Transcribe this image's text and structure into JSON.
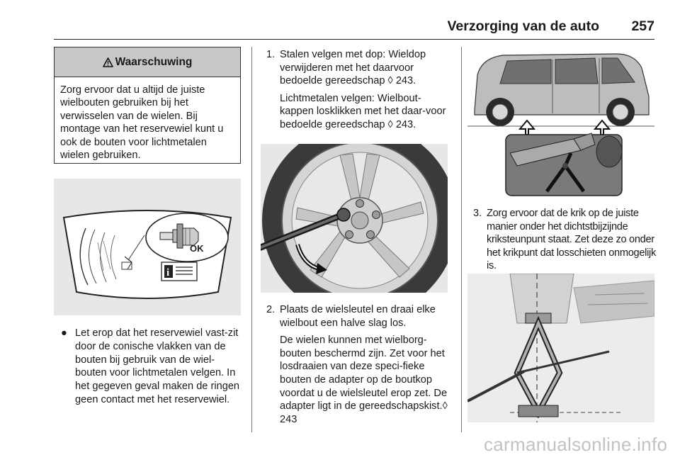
{
  "header": {
    "title": "Verzorging van de auto",
    "page_number": "257"
  },
  "warning": {
    "title": "Waarschuwing",
    "text": "Zorg ervoor dat u altijd de juiste wielbouten gebruiken bij het verwisselen van de wielen. Bij montage van het reservewiel kunt u ook de bouten voor lichtmetalen wielen gebruiken."
  },
  "figure_left": {
    "label": "OK",
    "info_glyph": "i"
  },
  "bullet": {
    "marker": "●",
    "text": "Let erop dat het reservewiel vast-zit door de conische vlakken van de bouten bij gebruik van de wiel-bouten voor lichtmetalen velgen. In het gegeven geval maken de ringen geen contact met het reservewiel."
  },
  "steps": [
    {
      "number": "1.",
      "paragraphs": [
        "Stalen velgen met dop: Wieldop verwijderen met het daarvoor bedoelde gereedschap ◊ 243.",
        "Lichtmetalen velgen: Wielbout-kappen losklikken met het daar-voor bedoelde gereedschap ◊ 243."
      ]
    },
    {
      "number": "2.",
      "paragraphs": [
        "Plaats de wielsleutel en draai elke wielbout een halve slag los.",
        "De wielen kunnen met wielborg-bouten beschermd zijn. Zet voor het losdraaien van deze speci-fieke bouten de adapter op de boutkop voordat u de wielsleutel erop zet. De adapter ligt in de gereedschapskist.◊ 243"
      ]
    },
    {
      "number": "3.",
      "paragraphs": [
        "Zorg ervoor dat de krik op de juiste manier onder het dichtstbijzijnde kriksteunpunt staat. Zet deze zo onder het krikpunt dat losschieten onmogelijk is."
      ]
    }
  ],
  "footer": {
    "watermark": "carmanualsonline.info"
  },
  "colors": {
    "figure_bg": "#e7e7e7",
    "warning_header_bg": "#c8c8c8",
    "watermark": "#c2c2c2"
  }
}
